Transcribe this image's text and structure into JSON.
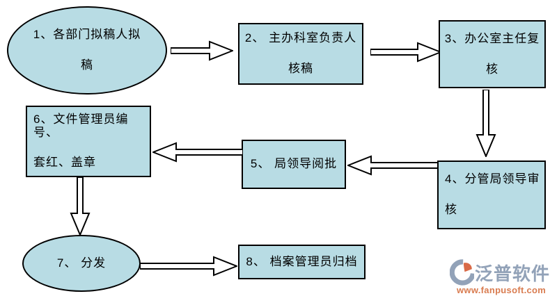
{
  "colors": {
    "background": "#ffffff",
    "node_fill": "#b8dce4",
    "node_border": "#000000",
    "arrow_fill": "#ffffff",
    "arrow_border": "#000000",
    "text": "#000000",
    "brand_text": "#92a2b8",
    "brand_url_text": "#d97c50",
    "logo_accent": "#d96a47"
  },
  "flowchart": {
    "nodes": [
      {
        "id": 1,
        "shape": "ellipse",
        "label": "1、各部门拟稿人拟稿",
        "lines": [
          "1、各部门拟稿人拟",
          "稿"
        ]
      },
      {
        "id": 2,
        "shape": "rect",
        "label": "2、 主办科室负责人核稿",
        "lines": [
          "2、 主办科室负责人",
          "核稿"
        ]
      },
      {
        "id": 3,
        "shape": "rect",
        "label": "3、办公室主任复核",
        "lines": [
          "3、办公室主任复",
          "核"
        ]
      },
      {
        "id": 4,
        "shape": "rect",
        "label": "4、分管局领导审核",
        "lines": [
          "4、分管局领导审",
          "核"
        ]
      },
      {
        "id": 5,
        "shape": "rect",
        "label": "5、 局领导阅批",
        "lines": [
          "5、 局领导阅批"
        ]
      },
      {
        "id": 6,
        "shape": "rect",
        "label": "6、文件管理员编号、套红、盖章",
        "lines": [
          "6、文件管理员编号、",
          "套红、盖章"
        ]
      },
      {
        "id": 7,
        "shape": "ellipse",
        "label": "7、 分发",
        "lines": [
          "7、 分发"
        ]
      },
      {
        "id": 8,
        "shape": "rect",
        "label": "8、 档案管理员归档",
        "lines": [
          "8、 档案管理员归档"
        ]
      }
    ],
    "edges": [
      {
        "from": 1,
        "to": 2,
        "direction": "right"
      },
      {
        "from": 2,
        "to": 3,
        "direction": "right"
      },
      {
        "from": 3,
        "to": 4,
        "direction": "down"
      },
      {
        "from": 4,
        "to": 5,
        "direction": "left"
      },
      {
        "from": 5,
        "to": 6,
        "direction": "left"
      },
      {
        "from": 6,
        "to": 7,
        "direction": "down"
      },
      {
        "from": 7,
        "to": 8,
        "direction": "right"
      }
    ]
  },
  "watermark": {
    "logo_icon": "fanpu-logo-icon",
    "brand": "泛普软件",
    "url": "www.fanpusoft.com"
  }
}
